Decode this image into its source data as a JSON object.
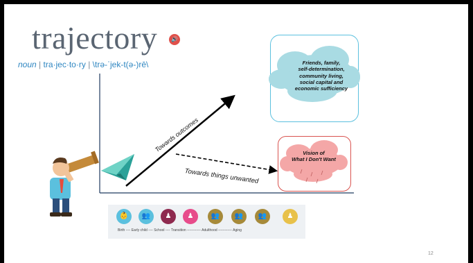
{
  "title": {
    "word": "trajectory",
    "pron_noun": "noun",
    "pron_sep1": "|",
    "pron_syllables": "tra·jec·to·ry",
    "pron_sep2": "|",
    "pron_phonetic": "\\trə-ˈjek-t(ə-)rē\\"
  },
  "outcomes_cloud": {
    "text_lines": [
      "Friends, family,",
      "self-determination,",
      "community living,",
      "social capital and",
      "economic sufficiency"
    ],
    "border_color": "#5bc0de",
    "fill_color": "#a9dbe3"
  },
  "unwanted_cloud": {
    "text_lines": [
      "Vision of",
      "What I Don't Want"
    ],
    "border_color": "#d9534f",
    "fill_color": "#f4a7a7"
  },
  "arrows": {
    "up_label": "Towards outcomes",
    "down_label": "Towards things unwanted"
  },
  "timeline": {
    "labels": "Birth ---- Early child ---- School ---- Transition ------------ Adulthood ------------ Aging",
    "stages": [
      {
        "name": "birth",
        "color": "#5bc0de"
      },
      {
        "name": "early-child",
        "color": "#5bc0de"
      },
      {
        "name": "school",
        "color": "#8e2a4f"
      },
      {
        "name": "transition",
        "color": "#e74c8b"
      },
      {
        "name": "adulthood-1",
        "color": "#a68a3a"
      },
      {
        "name": "adulthood-2",
        "color": "#a68a3a"
      },
      {
        "name": "adulthood-3",
        "color": "#a68a3a"
      },
      {
        "name": "aging",
        "color": "#e8c14a"
      }
    ]
  },
  "page_number": "12"
}
